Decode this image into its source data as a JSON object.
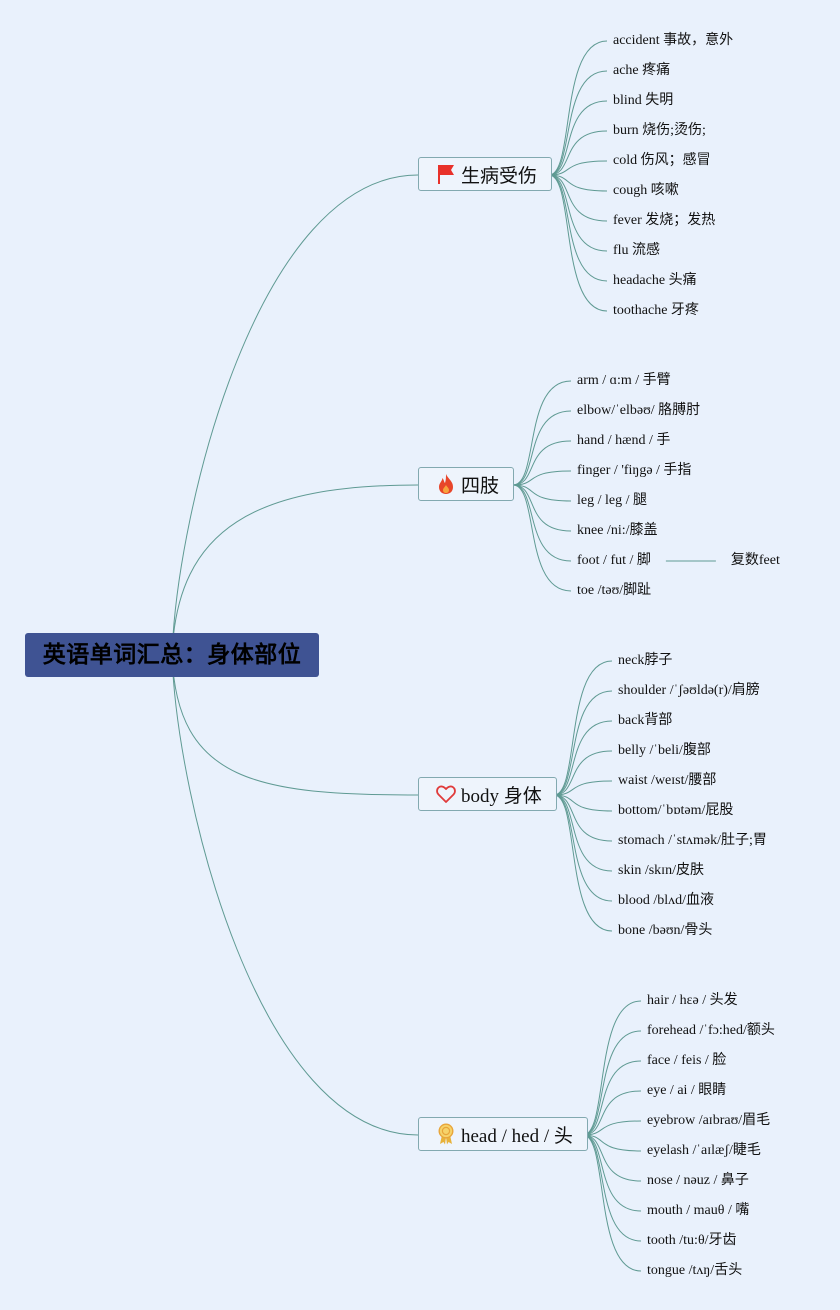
{
  "root": {
    "title": "英语单词汇总：身体部位"
  },
  "branches": [
    {
      "label": "生病受伤",
      "icon": "red-flag-icon",
      "leaves": [
        "accident 事故，意外",
        "ache 疼痛",
        "blind 失明",
        "burn 烧伤;烫伤;",
        "cold 伤风；感冒",
        "cough 咳嗽",
        "fever 发烧；发热",
        "flu 流感",
        "headache 头痛",
        "toothache 牙疼"
      ]
    },
    {
      "label": "四肢",
      "icon": "fire-icon",
      "leaves": [
        "arm / ɑ:m / 手臂",
        "elbow/ˈelbəʊ/ 胳膊肘",
        "hand / hænd / 手",
        "finger / 'fiŋgə / 手指",
        "leg / leg / 腿",
        "knee /ni:/膝盖",
        "foot / fut / 脚",
        "toe /təʊ/脚趾"
      ],
      "note": {
        "leaf_index": 6,
        "text": "复数feet"
      }
    },
    {
      "label": "body 身体",
      "icon": "heart-icon",
      "leaves": [
        "neck脖子",
        "shoulder /ˈʃəʊldə(r)/肩膀",
        "back背部",
        "belly /ˈbeli/腹部",
        "waist /weɪst/腰部",
        "bottom/ˈbɒtəm/屁股",
        "stomach /ˈstʌmək/肚子;胃",
        "skin /skɪn/皮肤",
        "blood /blʌd/血液",
        "bone /bəʊn/骨头"
      ]
    },
    {
      "label": "head / hed / 头",
      "icon": "award-ribbon-icon",
      "leaves": [
        "hair / hεə / 头发",
        "forehead /ˈfɔ:hed/额头",
        "face / feis / 脸",
        "eye / ai / 眼睛",
        "eyebrow /aɪbraʊ/眉毛",
        "eyelash /ˈaɪlæʃ/睫毛",
        "nose / nəuz / 鼻子",
        "mouth / mauθ / 嘴",
        "tooth /tu:θ/牙齿",
        "tongue /tʌŋ/舌头"
      ]
    }
  ],
  "colors": {
    "background": "#e9f1fc",
    "root_fill": "#3f5393",
    "branch_border": "#82a9b0",
    "connector": "#5f9a93",
    "flag": "#e8312a",
    "fire": "#e8452a",
    "heart": "#e03b3b",
    "ribbon": "#e8b23a"
  }
}
